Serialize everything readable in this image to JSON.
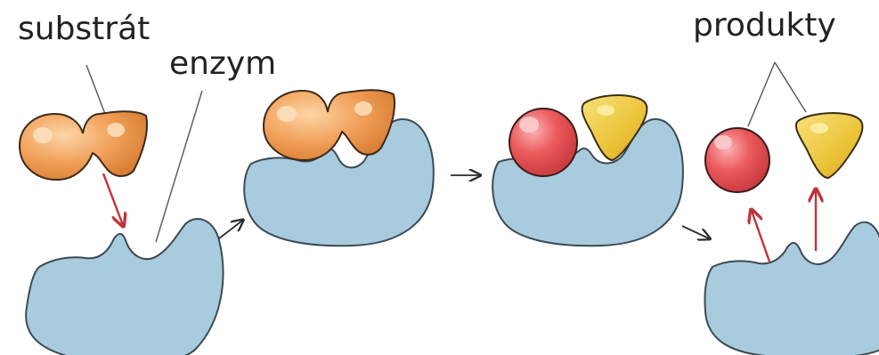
{
  "labels": {
    "substrate": "substrát",
    "enzyme": "enzym",
    "products": "produkty"
  },
  "colors": {
    "enzyme": "#a9cbde",
    "enzyme_outline": "#3b4a55",
    "substrate": "#f2a25c",
    "product_sphere": "#ec5a5c",
    "product_triangle": "#ecc43a",
    "arrow_red": "#c0343a",
    "arrow_black": "#2a2a2a",
    "leader_line": "#555555"
  }
}
